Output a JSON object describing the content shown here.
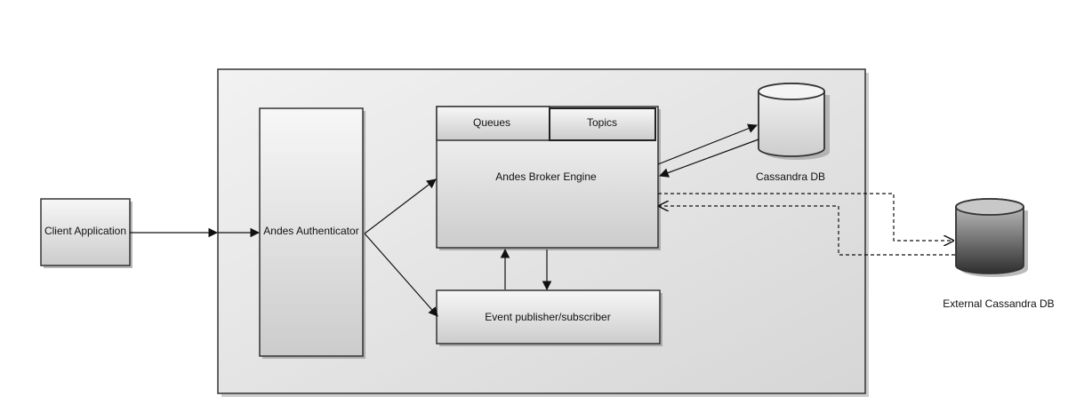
{
  "client": {
    "label": "Client Application"
  },
  "authenticator": {
    "label": "Andes Authenticator"
  },
  "broker": {
    "label": "Andes Broker Engine",
    "tabs": [
      "Queues",
      "Topics"
    ]
  },
  "event": {
    "label": "Event publisher/subscriber"
  },
  "cassandra": {
    "label": "Cassandra DB"
  },
  "external_cassandra": {
    "label": "External Cassandra DB"
  },
  "colors": {
    "stroke": "#333333",
    "box_top": "#f6f6f6",
    "box_bottom": "#cfcfcf",
    "ext_db_top": "#c8c8c8",
    "ext_db_bottom": "#2e2e2e"
  }
}
